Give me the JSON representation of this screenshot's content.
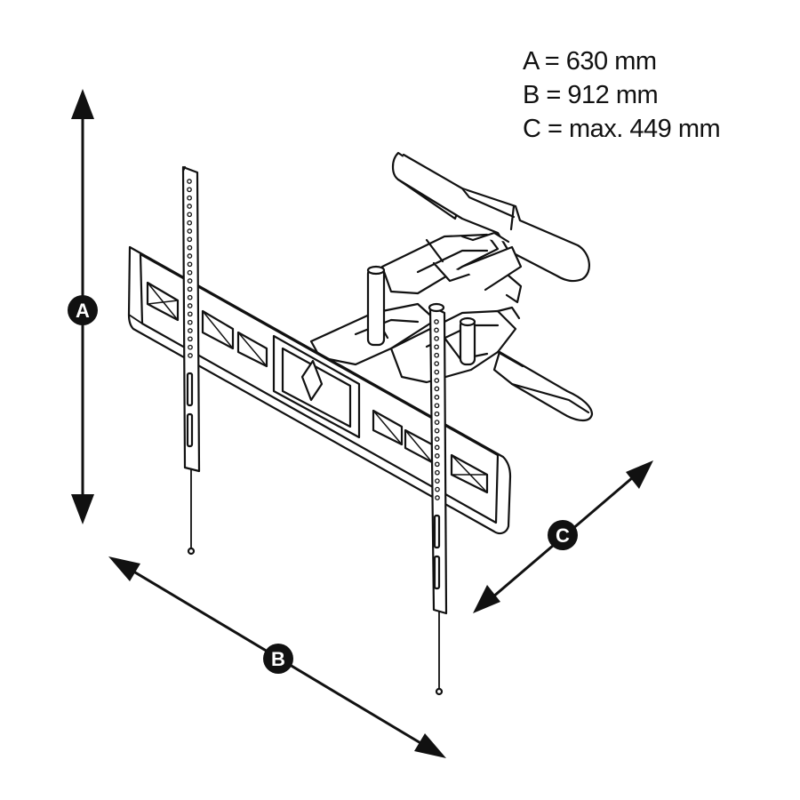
{
  "dimensions": [
    {
      "key": "A",
      "text": "A = 630 mm"
    },
    {
      "key": "B",
      "text": "B = 912 mm"
    },
    {
      "key": "C",
      "text": "C = max. 449 mm"
    }
  ],
  "badges": {
    "a": "A",
    "b": "B",
    "c": "C"
  },
  "colors": {
    "stroke": "#111111",
    "fill": "#ffffff",
    "shade": "#d9d9d9"
  }
}
